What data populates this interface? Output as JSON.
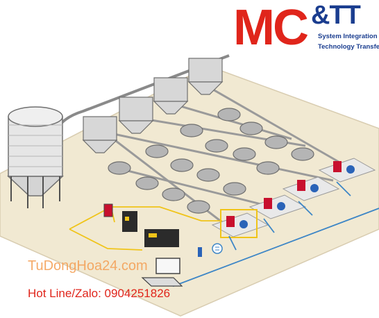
{
  "logo": {
    "mc": "MC",
    "tt": "&TT",
    "line1": "System Integration",
    "line2": "Technology Transfer"
  },
  "watermark": "TuDongHoa24.com",
  "hotline": "Hot Line/Zalo: 0904251826",
  "colors": {
    "floor": "#f1e9d2",
    "floor_edge": "#d8ccb0",
    "pipe": "#8a8a8a",
    "feeder_pan": "#a8a8a8",
    "hopper": "#d7d7d7",
    "network_yellow": "#f0c419",
    "network_blue": "#3d86c6",
    "device_red": "#c8102e",
    "device_blue": "#2a63b8",
    "brand_red": "#e0251b",
    "brand_blue": "#1a3d8f"
  },
  "icons": [
    "silo-icon",
    "hopper-icon",
    "feeder-pan-icon",
    "motor-controller-icon",
    "plc-icon",
    "io-module-icon",
    "laptop-icon",
    "sensor-icon",
    "wifi-access-point-icon"
  ]
}
